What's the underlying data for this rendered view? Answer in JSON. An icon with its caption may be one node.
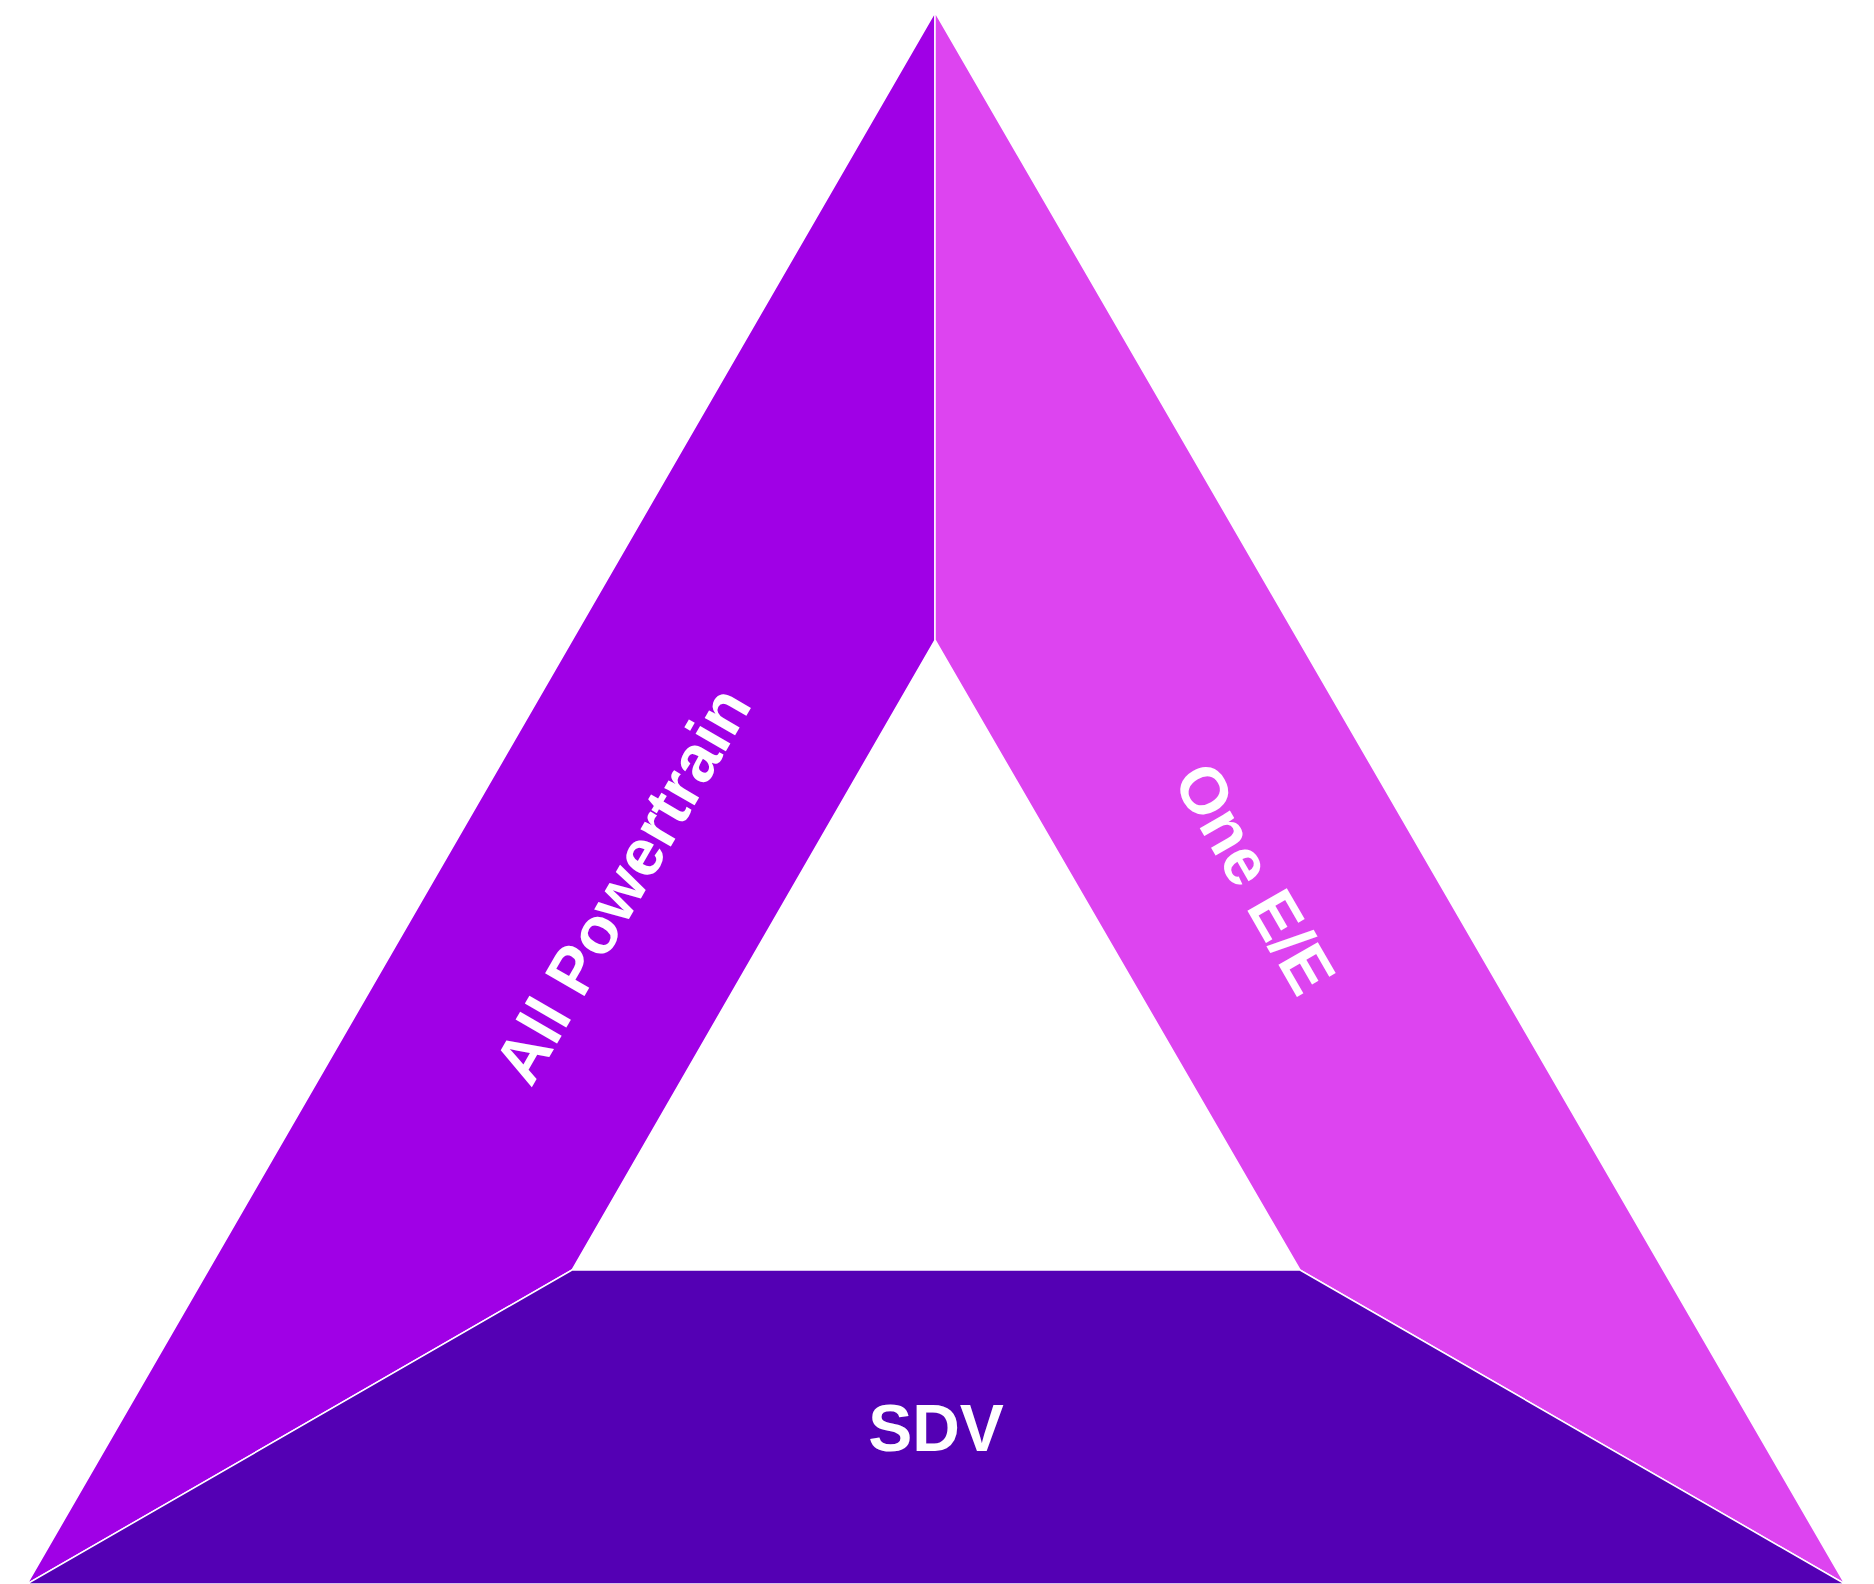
{
  "diagram": {
    "nodes": [
      {
        "text": [
          "All Powertrain"
        ]
      },
      {
        "text": [
          "One E/E"
        ]
      },
      {
        "text": [
          "SDV"
        ]
      }
    ]
  }
}
